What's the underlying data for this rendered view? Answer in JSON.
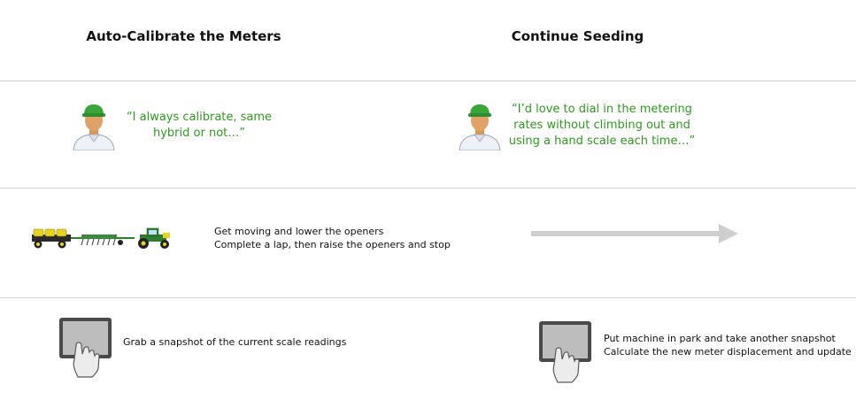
{
  "columns": {
    "left_title": "Auto-Calibrate the Meters",
    "right_title": "Continue Seeding"
  },
  "personas": {
    "left_quote_line1": "“I always calibrate, same",
    "left_quote_line2": "hybrid or not…”",
    "right_quote_line1": "“I’d love to dial in the metering",
    "right_quote_line2": "rates without climbing out and",
    "right_quote_line3": "using a hand scale each time…”"
  },
  "field_steps": {
    "line1": "Get moving and lower the openers",
    "line2": "Complete a lap, then raise the openers and stop"
  },
  "tablet_steps": {
    "left_line1": "Grab a snapshot of the current scale readings",
    "right_line1": "Put machine in park and take another snapshot",
    "right_line2": "Calculate the new meter displacement and update"
  },
  "icons": {
    "farmer": "farmer-icon",
    "tractor": "tractor-planter-icon",
    "tablet": "tablet-touch-icon",
    "arrow": "arrow-right-icon"
  },
  "colors": {
    "quote_green": "#2e9a1e",
    "hat_green": "#3aa63a",
    "tractor_green": "#2f7d2f",
    "tank_yellow": "#e8d51f",
    "arrow_gray": "#cfcfcf",
    "divider": "#d4d4d4"
  }
}
